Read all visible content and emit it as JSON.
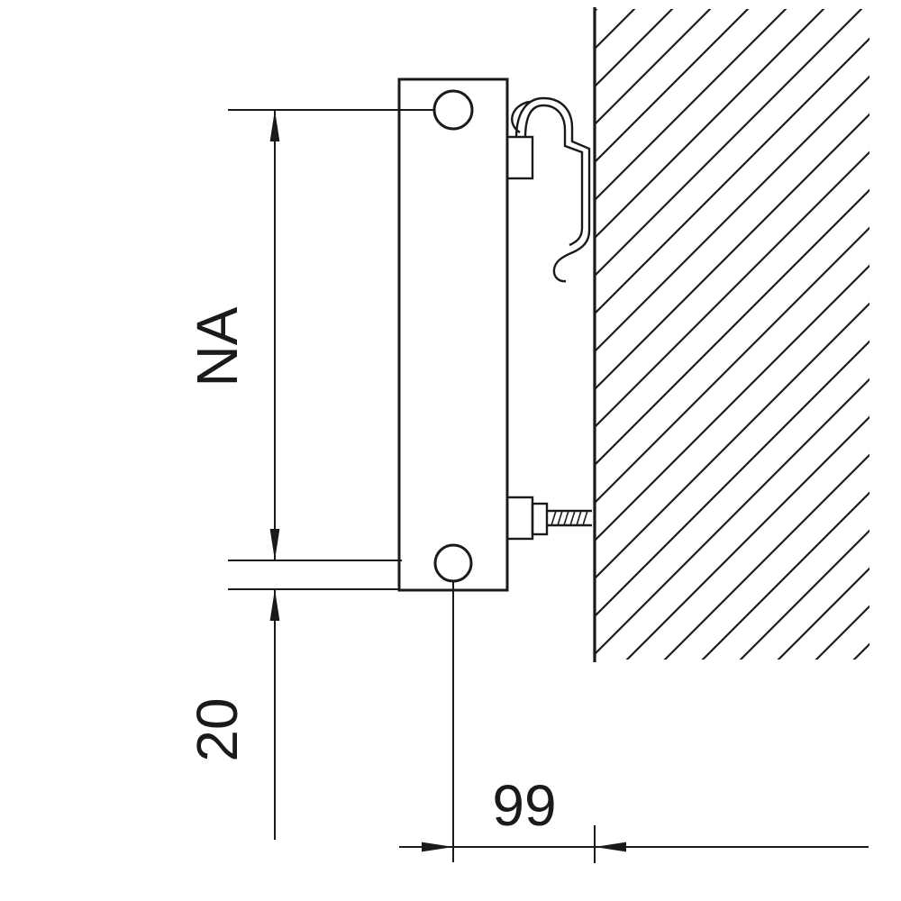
{
  "page": {
    "background_color": "#ffffff",
    "line_color": "#1a1a1a"
  },
  "diagram": {
    "labels": {
      "hub_distance": "NA",
      "bottom_edge_offset": "20",
      "wall_distance": "99"
    }
  }
}
